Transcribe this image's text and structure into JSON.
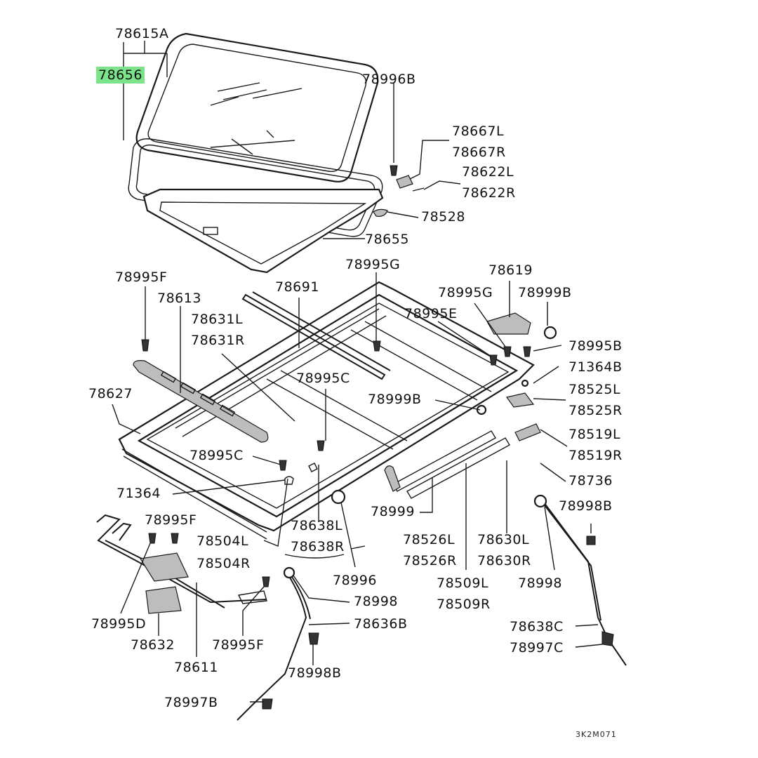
{
  "labels": {
    "l78615A": "78615A",
    "l78656": "78656",
    "l78996B_top": "78996B",
    "l78667L": "78667L",
    "l78667R": "78667R",
    "l78622L": "78622L",
    "l78622R": "78622R",
    "l78528": "78528",
    "l78655": "78655",
    "l78995F_top": "78995F",
    "l78613": "78613",
    "l78691": "78691",
    "l78995G_a": "78995G",
    "l78619": "78619",
    "l78995G_b": "78995G",
    "l78999B_top": "78999B",
    "l78631L": "78631L",
    "l78631R": "78631R",
    "l78995E": "78995E",
    "l78995B": "78995B",
    "l71364B": "71364B",
    "l78627": "78627",
    "l78995C_a": "78995C",
    "l78525L": "78525L",
    "l78525R": "78525R",
    "l78999B_mid": "78999B",
    "l78519L": "78519L",
    "l78519R": "78519R",
    "l78995C_b": "78995C",
    "l78736": "78736",
    "l71364": "71364",
    "l78999": "78999",
    "l78998B_right": "78998B",
    "l78995F_mid": "78995F",
    "l78638L": "78638L",
    "l78638R": "78638R",
    "l78504L": "78504L",
    "l78504R": "78504R",
    "l78526L": "78526L",
    "l78526R": "78526R",
    "l78630L": "78630L",
    "l78630R": "78630R",
    "l78996": "78996",
    "l78509L": "78509L",
    "l78509R": "78509R",
    "l78998_mid": "78998",
    "l78998_right": "78998",
    "l78995D": "78995D",
    "l78636B": "78636B",
    "l78632": "78632",
    "l78995F_bot": "78995F",
    "l78638C": "78638C",
    "l78997C": "78997C",
    "l78611": "78611",
    "l78998B_bot": "78998B",
    "l78997B": "78997B"
  },
  "drawing_code": "3K2M071",
  "highlight_color": "#7be38a"
}
